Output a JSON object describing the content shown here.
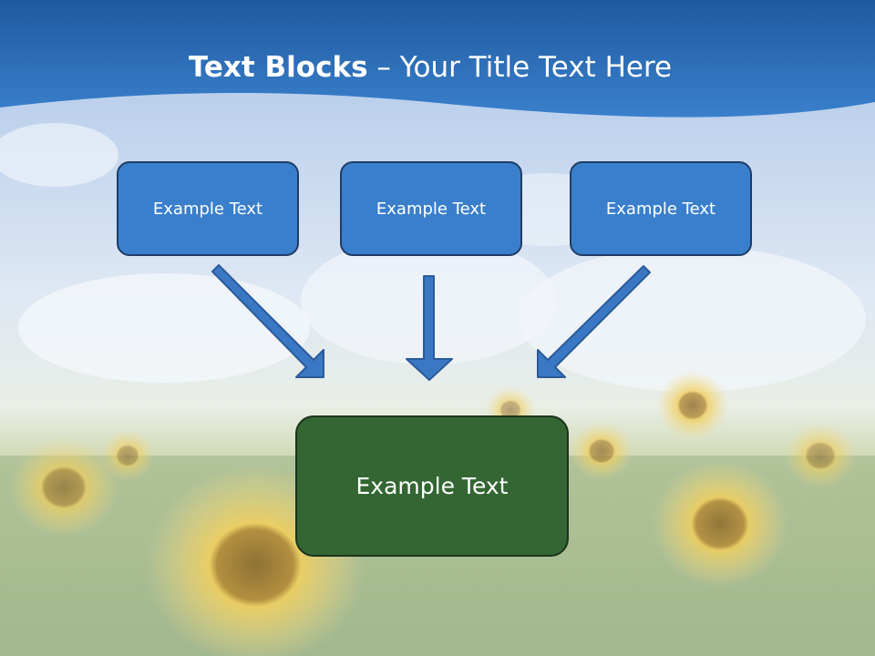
{
  "title": {
    "bold": "Text Blocks",
    "dash": " – ",
    "rest": "Your Title Text Here"
  },
  "boxes": {
    "left": "Example Text",
    "center": "Example Text",
    "right": "Example Text",
    "result": "Example Text"
  },
  "colors": {
    "header_band": "#2e6db4",
    "box_blue": "#3a7fcb",
    "box_green": "#336632",
    "arrow": "#3b78c4"
  },
  "icons": [
    "arrow-down-right-icon",
    "arrow-down-icon",
    "arrow-down-left-icon"
  ]
}
